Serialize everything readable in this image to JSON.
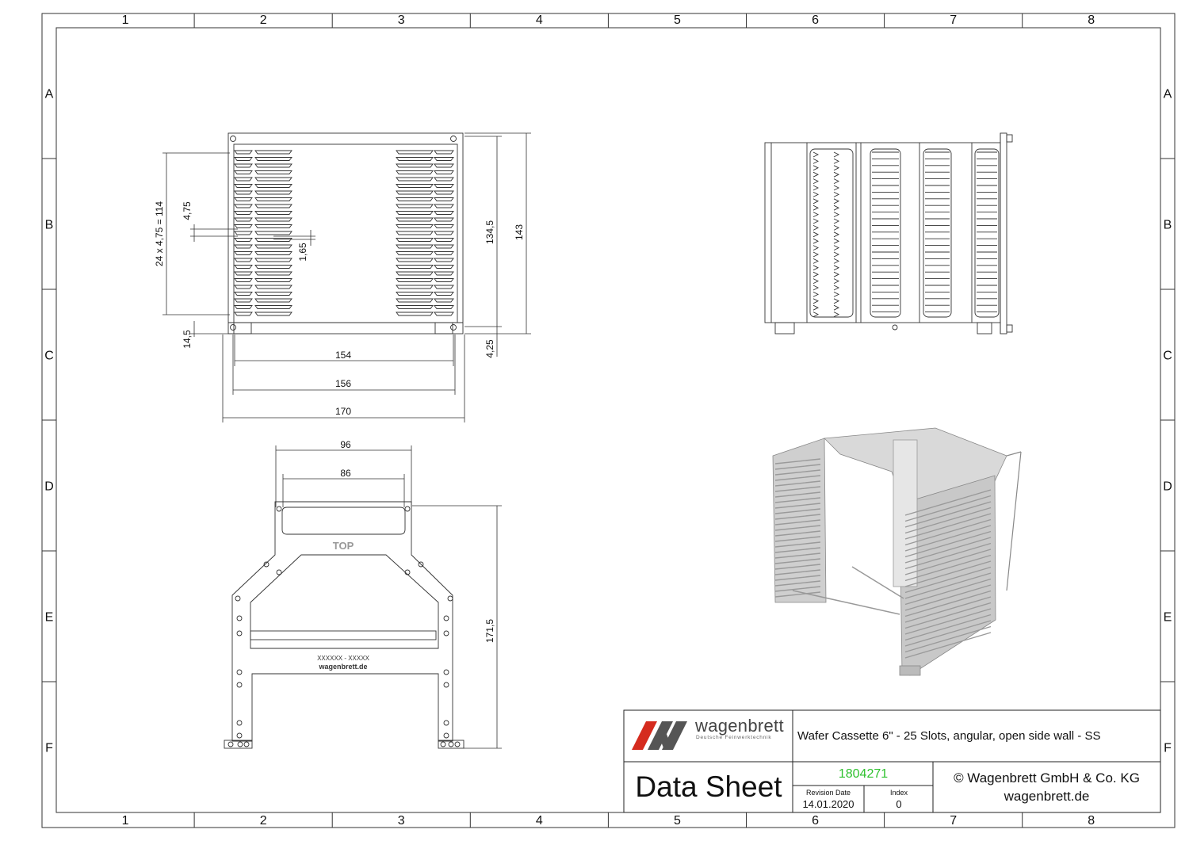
{
  "grid": {
    "columns": [
      "1",
      "2",
      "3",
      "4",
      "5",
      "6",
      "7",
      "8"
    ],
    "rows": [
      "A",
      "B",
      "C",
      "D",
      "E",
      "F"
    ]
  },
  "dimensions": {
    "front_view": [
      "24 x 4,75 = 114",
      "4,75",
      "1,65",
      "14,5",
      "134,5",
      "143",
      "4,25",
      "154",
      "156",
      "170"
    ],
    "side_view": [
      "96",
      "86",
      "171,5"
    ]
  },
  "engravings": {
    "top": "TOP",
    "serial": "XXXXXX - XXXXX",
    "website": "wagenbrett.de"
  },
  "title_block": {
    "logo_name": "wagenbrett",
    "logo_tagline": "Deutsche Feinwerktechnik",
    "title": "Wafer Cassette 6\" - 25 Slots, angular, open side wall - SS",
    "doc_type": "Data Sheet",
    "part_number": "1804271",
    "revision_date_label": "Revision Date",
    "revision_date": "14.01.2020",
    "index_label": "Index",
    "index": "0",
    "copyright": "© Wagenbrett GmbH & Co. KG",
    "website": "wagenbrett.de"
  },
  "colors": {
    "part_number": "#2ec12e",
    "logo_red": "#d52b1e",
    "logo_gray": "#555555"
  }
}
